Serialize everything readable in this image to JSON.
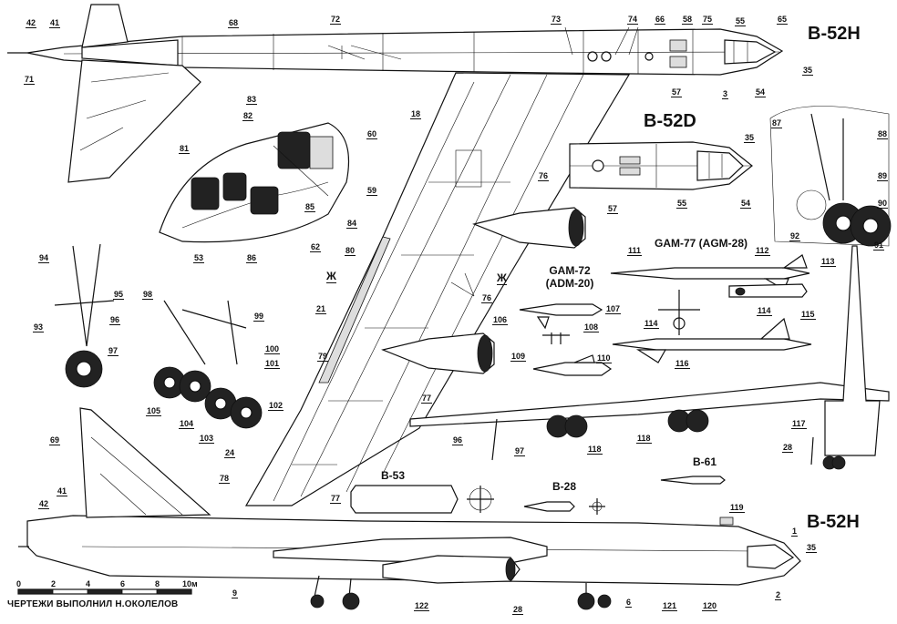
{
  "titles": {
    "top_view": "B-52H",
    "detail_view": "B-52D",
    "side_view": "B-52H"
  },
  "missiles": {
    "gam77": "GAM-77 (AGM-28)",
    "gam72_line1": "GAM-72",
    "gam72_line2": "(ADM-20)"
  },
  "bombs": {
    "b53": "B-53",
    "b28": "B-28",
    "b61": "B-61"
  },
  "section_marks": {
    "left": "Ж",
    "right": "Ж"
  },
  "scale": {
    "ticks": [
      "0",
      "2",
      "4",
      "6",
      "8",
      "10м"
    ]
  },
  "credit": "ЧЕРТЕЖИ ВЫПОЛНИЛ Н.ОКОЛЕЛОВ",
  "callouts": [
    "42",
    "41",
    "71",
    "68",
    "72",
    "73",
    "74",
    "66",
    "58",
    "75",
    "55",
    "65",
    "35",
    "57",
    "3",
    "54",
    "18",
    "76",
    "35",
    "87",
    "88",
    "89",
    "90",
    "92",
    "91",
    "83",
    "82",
    "60",
    "81",
    "59",
    "84",
    "85",
    "62",
    "53",
    "86",
    "80",
    "57",
    "55",
    "54",
    "111",
    "112",
    "113",
    "114",
    "94",
    "95",
    "96",
    "93",
    "97",
    "98",
    "99",
    "100",
    "101",
    "102",
    "105",
    "104",
    "103",
    "21",
    "79",
    "76",
    "107",
    "106",
    "108",
    "109",
    "110",
    "115",
    "116",
    "114",
    "77",
    "96",
    "97",
    "118",
    "118",
    "117",
    "28",
    "69",
    "24",
    "78",
    "77",
    "42",
    "41",
    "119",
    "1",
    "35",
    "2",
    "9",
    "122",
    "28",
    "6",
    "121",
    "120"
  ],
  "colors": {
    "ink": "#111111",
    "paper": "#ffffff"
  }
}
